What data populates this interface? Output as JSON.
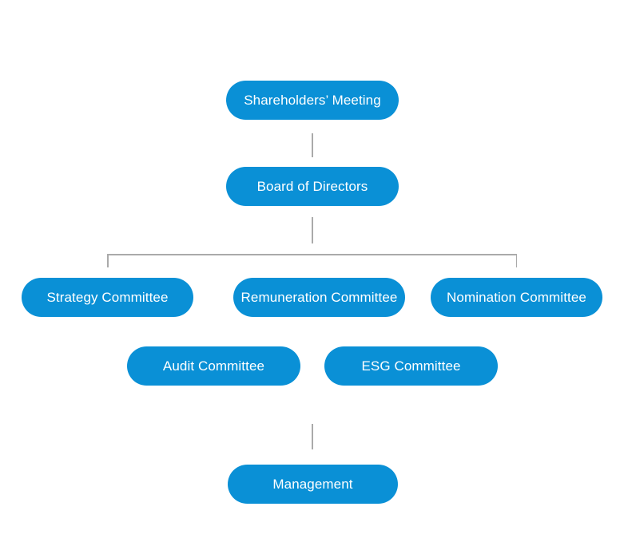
{
  "diagram": {
    "type": "org-chart",
    "colors": {
      "node_fill": "#0a90d6",
      "node_text": "#ffffff",
      "connector": "#aaaaaa"
    },
    "nodes": {
      "shareholders": {
        "label": "Shareholders’ Meeting",
        "level": 1
      },
      "board": {
        "label": "Board of Directors",
        "level": 2
      },
      "strategy": {
        "label": "Strategy Committee",
        "level": 3
      },
      "remuneration": {
        "label": "Remuneration Committee",
        "level": 3
      },
      "nomination": {
        "label": "Nomination Committee",
        "level": 3
      },
      "audit": {
        "label": "Audit Committee",
        "level": 3
      },
      "esg": {
        "label": "ESG Committee",
        "level": 3
      },
      "management": {
        "label": "Management",
        "level": 4
      }
    },
    "edges": [
      {
        "from": "shareholders",
        "to": "board"
      },
      {
        "from": "board",
        "to": "strategy"
      },
      {
        "from": "board",
        "to": "remuneration"
      },
      {
        "from": "board",
        "to": "nomination"
      },
      {
        "from": "board",
        "to": "management"
      }
    ]
  }
}
